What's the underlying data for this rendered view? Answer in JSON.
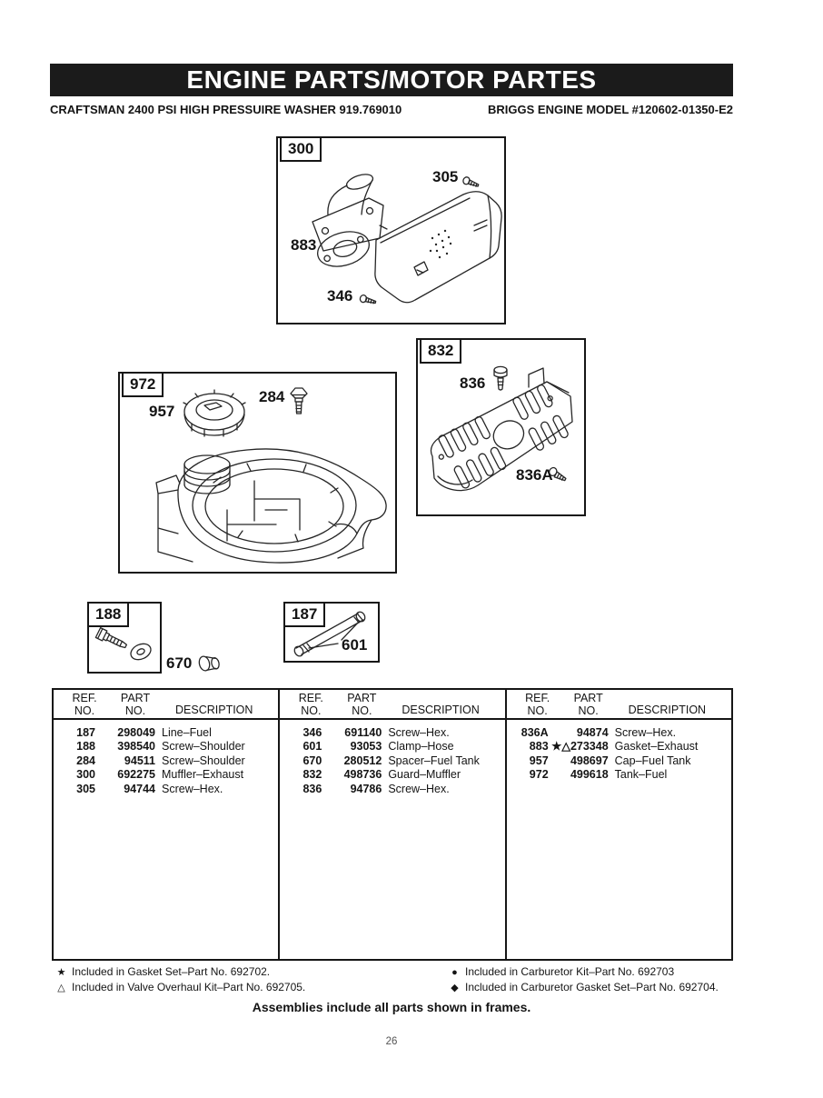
{
  "header": {
    "title": "ENGINE PARTS/MOTOR PARTES",
    "model_left": "CRAFTSMAN 2400 PSI HIGH PRESSUIRE WASHER 919.769010",
    "model_right": "BRIGGS ENGINE MODEL #120602-01350-E2"
  },
  "diagrams": {
    "muffler_frame": {
      "label": "300",
      "callout_screw_top": "305",
      "callout_gasket": "883",
      "callout_screw_bottom": "346"
    },
    "guard_frame": {
      "label": "832",
      "callout_screw_top": "836",
      "callout_screw_bottom": "836A"
    },
    "tank_frame": {
      "label": "972",
      "callout_cap": "957",
      "callout_screw": "284"
    },
    "shoulder_screw_frame": {
      "label": "188"
    },
    "fuel_line_frame": {
      "label": "187",
      "callout_clamp": "601"
    },
    "spacer_callout": "670"
  },
  "table": {
    "header": {
      "ref_top": "REF.",
      "ref_bottom": "NO.",
      "part_top": "PART",
      "part_bottom": "NO.",
      "description": "DESCRIPTION"
    },
    "columns": [
      {
        "rows": [
          [
            "187",
            "298049",
            "Line–Fuel"
          ],
          [
            "188",
            "398540",
            "Screw–Shoulder"
          ],
          [
            "284",
            "94511",
            "Screw–Shoulder"
          ],
          [
            "300",
            "692275",
            "Muffler–Exhaust"
          ],
          [
            "305",
            "94744",
            "Screw–Hex."
          ]
        ]
      },
      {
        "rows": [
          [
            "346",
            "691140",
            "Screw–Hex."
          ],
          [
            "601",
            "93053",
            "Clamp–Hose"
          ],
          [
            "670",
            "280512",
            "Spacer–Fuel Tank"
          ],
          [
            "832",
            "498736",
            "Guard–Muffler"
          ],
          [
            "836",
            "94786",
            "Screw–Hex."
          ]
        ]
      },
      {
        "rows": [
          [
            "836A",
            "94874",
            "Screw–Hex."
          ],
          [
            "883",
            "★△273348",
            "Gasket–Exhaust"
          ],
          [
            "957",
            "498697",
            "Cap–Fuel Tank"
          ],
          [
            "972",
            "499618",
            "Tank–Fuel"
          ]
        ]
      }
    ]
  },
  "footnotes": {
    "left": [
      {
        "symbol": "★",
        "text": "Included in Gasket Set–Part No. 692702."
      },
      {
        "symbol": "△",
        "text": "Included in Valve Overhaul Kit–Part No. 692705."
      }
    ],
    "right": [
      {
        "symbol": "●",
        "text": "Included in Carburetor Kit–Part No. 692703"
      },
      {
        "symbol": "◆",
        "text": "Included in Carburetor Gasket Set–Part No. 692704."
      }
    ]
  },
  "assemblies_note": "Assemblies include all parts shown in frames.",
  "page_number": "26"
}
